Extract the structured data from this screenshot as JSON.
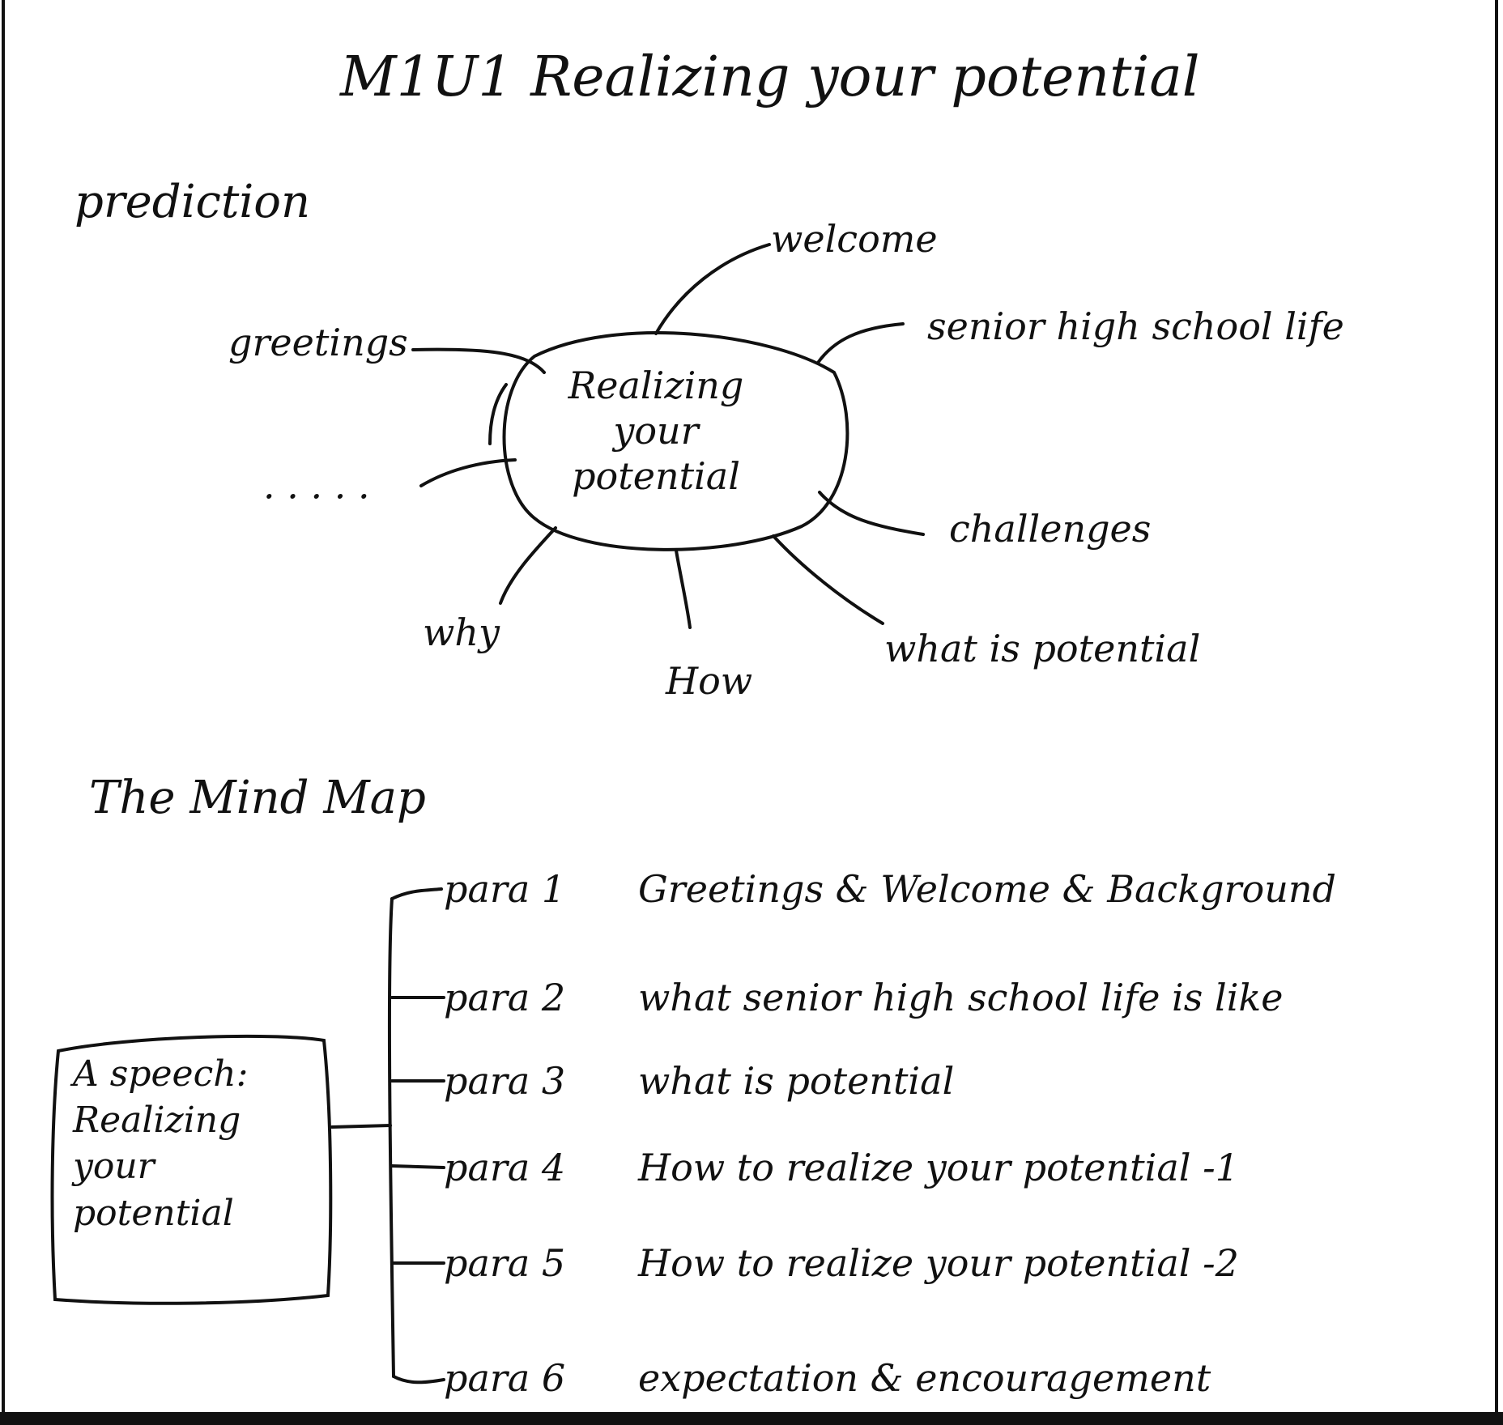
{
  "title": "M1U1 Realizing your potential",
  "prediction": {
    "heading": "prediction",
    "center": [
      "Realizing",
      "your",
      "potential"
    ],
    "branches": {
      "welcome": "welcome",
      "greetings": "greetings",
      "senior_high_school_life": "senior high school life",
      "ellipsis": "· · · · ·",
      "challenges": "challenges",
      "why": "why",
      "how": "How",
      "what_is_potential": "what is potential"
    }
  },
  "mind_map": {
    "heading": "The Mind Map",
    "root": [
      "A speech:",
      "Realizing",
      "your",
      "potential"
    ],
    "paras": [
      {
        "id": "para 1",
        "text": "Greetings & Welcome & Background"
      },
      {
        "id": "para 2",
        "text": "what senior high school life is like"
      },
      {
        "id": "para 3",
        "text": "what is potential"
      },
      {
        "id": "para 4",
        "text": "How to realize your potential -1"
      },
      {
        "id": "para 5",
        "text": "How to realize your potential -2"
      },
      {
        "id": "para 6",
        "text": "expectation & encouragement"
      }
    ]
  }
}
